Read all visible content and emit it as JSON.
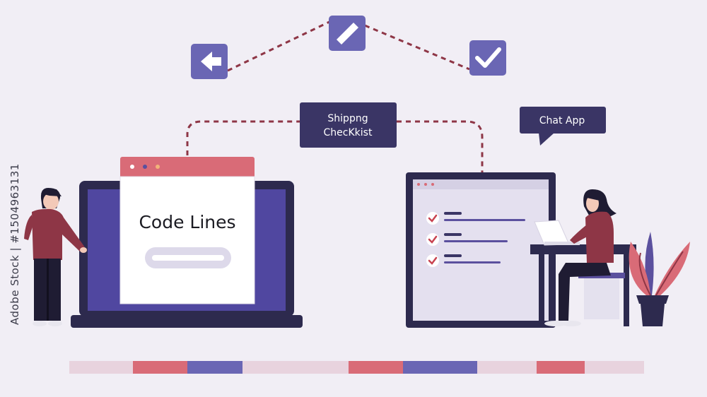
{
  "labels": {
    "code_lines": "Code Lines",
    "shipping_line1": "Shippng",
    "shipping_line2": "ChecKkist",
    "chat_app": "Chat App"
  },
  "watermark": "Adobe Stock | #1504963131",
  "icons": {
    "back": "arrow-left-icon",
    "edit": "pencil-icon",
    "check": "checkmark-icon"
  },
  "colors": {
    "background": "#f1eef5",
    "navy": "#2d2a4e",
    "purple": "#5b509e",
    "icon_purple": "#6a66b4",
    "red": "#d96b77",
    "maroon": "#8e3646",
    "label_bg": "#3a3565",
    "pink_light": "#e8d3de"
  }
}
